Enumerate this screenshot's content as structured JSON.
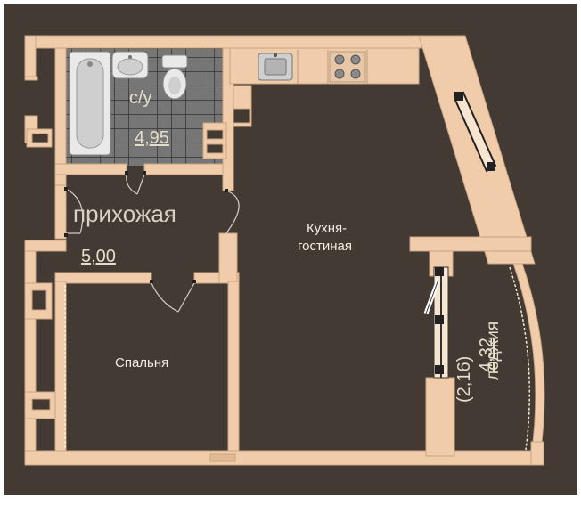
{
  "colors": {
    "background": "#433a33",
    "wall": "#f1ccab",
    "wall_outline": "#c9a583",
    "tile": "#7b7b7b",
    "text": "#e6dccb"
  },
  "rooms": {
    "bathroom": {
      "label": "с/у",
      "area": "4,95"
    },
    "hallway": {
      "label": "прихожая",
      "area": "5,00"
    },
    "living": {
      "label_line1": "Кухня-",
      "label_line2": "гостиная"
    },
    "bedroom": {
      "label": "Спальня"
    },
    "loggia": {
      "label": "лоджия",
      "area": "4,32",
      "area_reduced": "(2,16)"
    }
  },
  "fixtures": [
    "bathtub-icon",
    "washbasin-icon",
    "toilet-icon",
    "kitchen-sink-icon",
    "cooktop-icon",
    "window-icon"
  ]
}
